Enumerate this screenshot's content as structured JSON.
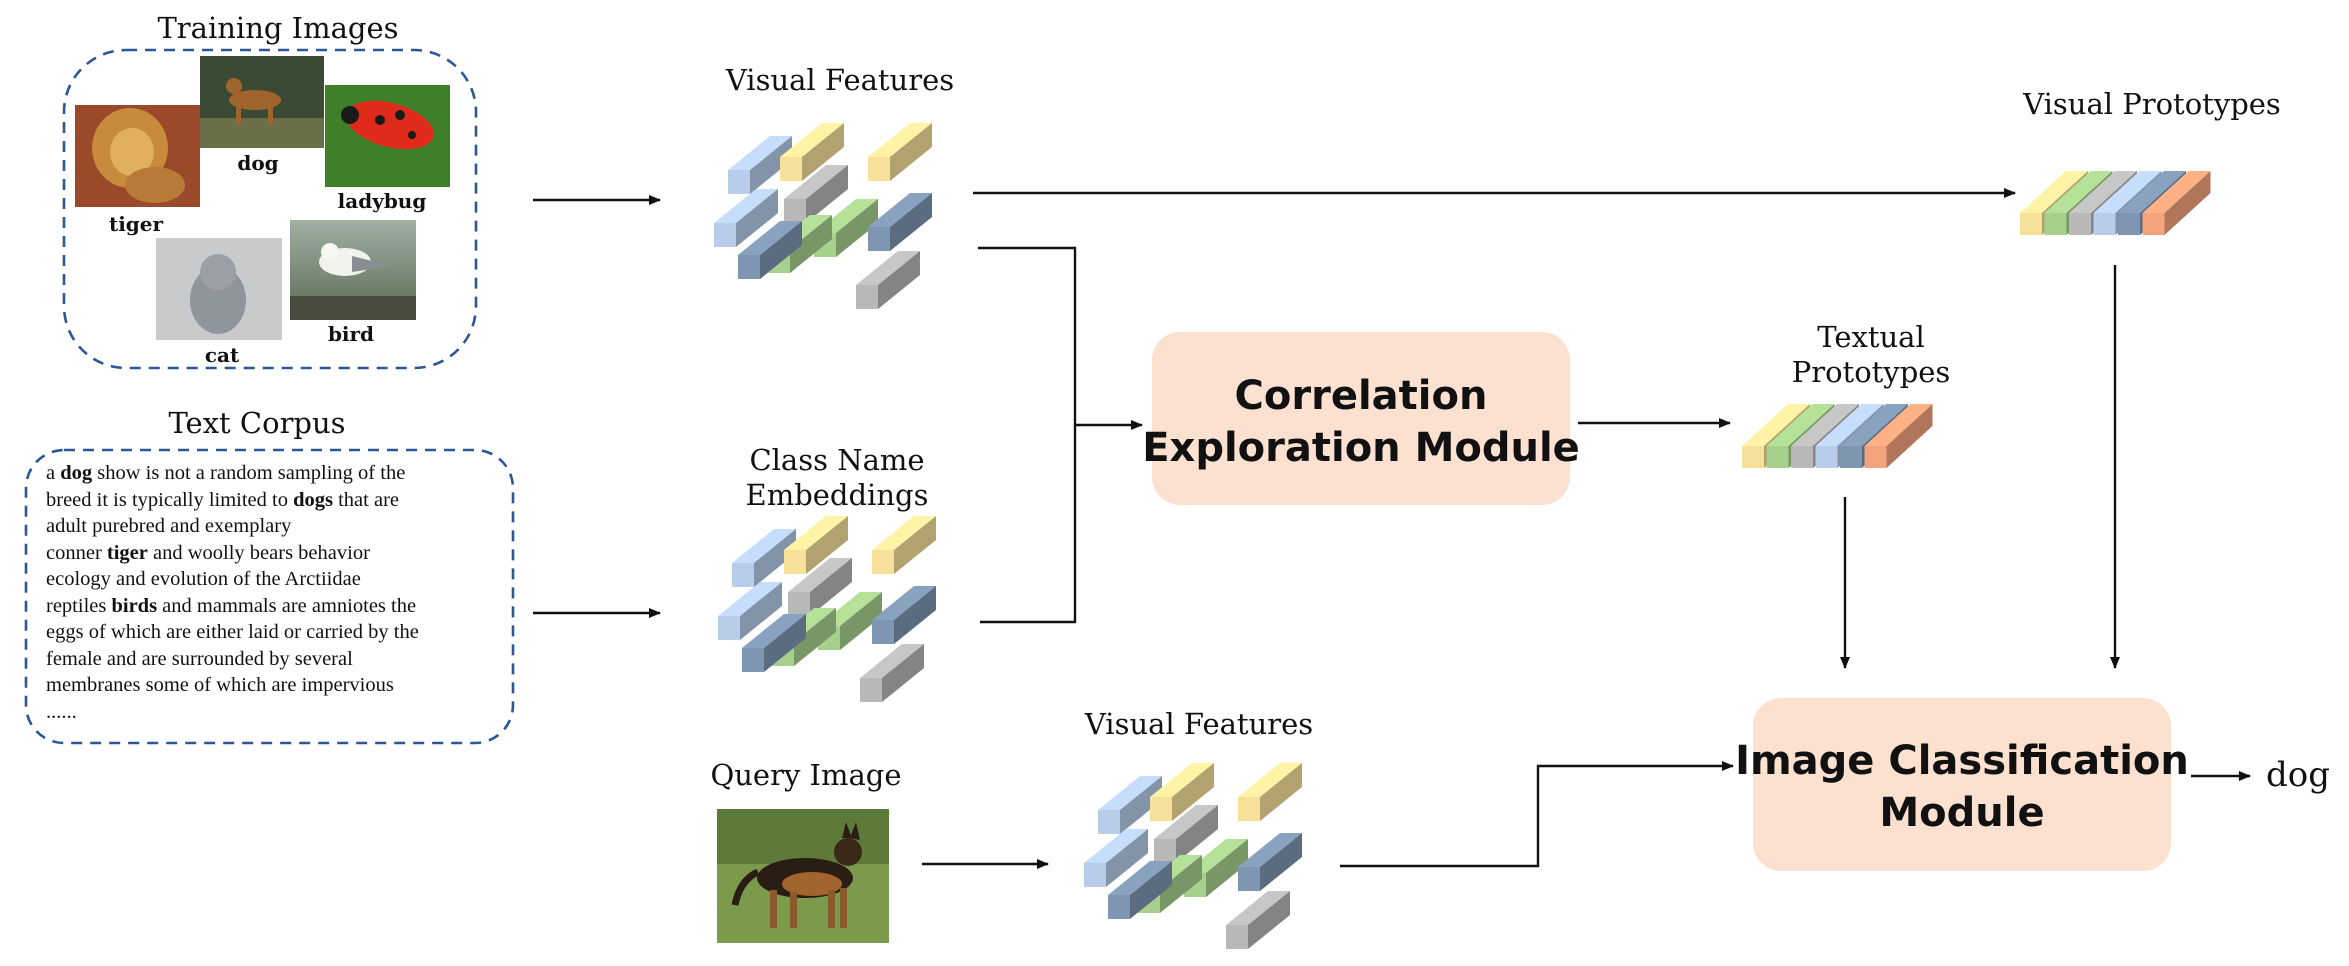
{
  "training_images": {
    "title": "Training Images",
    "items": [
      {
        "label": "tiger"
      },
      {
        "label": "dog"
      },
      {
        "label": "ladybug"
      },
      {
        "label": "cat"
      },
      {
        "label": "bird"
      }
    ]
  },
  "text_corpus": {
    "title": "Text Corpus",
    "lines": [
      [
        {
          "t": "a "
        },
        {
          "t": "dog",
          "b": true
        },
        {
          "t": " show is not a random sampling of the"
        }
      ],
      [
        {
          "t": "breed it is typically limited to "
        },
        {
          "t": "dogs",
          "b": true
        },
        {
          "t": " that are"
        }
      ],
      [
        {
          "t": "adult purebred and exemplary"
        }
      ],
      [
        {
          "t": "conner "
        },
        {
          "t": "tiger",
          "b": true
        },
        {
          "t": " and woolly bears behavior"
        }
      ],
      [
        {
          "t": "ecology and evolution of the Arctiidae"
        }
      ],
      [
        {
          "t": "reptiles "
        },
        {
          "t": "birds",
          "b": true
        },
        {
          "t": " and mammals are amniotes the"
        }
      ],
      [
        {
          "t": "eggs of which are either laid or carried by the"
        }
      ],
      [
        {
          "t": "female and are surrounded by several"
        }
      ],
      [
        {
          "t": "membranes some of which are impervious"
        }
      ],
      [
        {
          "t": "......"
        }
      ]
    ]
  },
  "labels": {
    "visual_features_top": "Visual Features",
    "class_name_line1": "Class Name",
    "class_name_line2": "Embeddings",
    "query_image": "Query Image",
    "visual_features_bottom": "Visual Features",
    "visual_prototypes": "Visual Prototypes",
    "textual_line1": "Textual",
    "textual_line2": "Prototypes",
    "output": "dog"
  },
  "modules": {
    "correlation_line1": "Correlation",
    "correlation_line2": "Exploration Module",
    "classification_line1": "Image Classification",
    "classification_line2": "Module",
    "fill": "#fce1d1"
  },
  "colors": {
    "yellow": "#f7e19a",
    "blue": "#b7cde9",
    "gray": "#b8b8b8",
    "green": "#a8d08d",
    "slate": "#7f96b2",
    "orange": "#f4a47c",
    "dashed_border": "#2b5797"
  }
}
